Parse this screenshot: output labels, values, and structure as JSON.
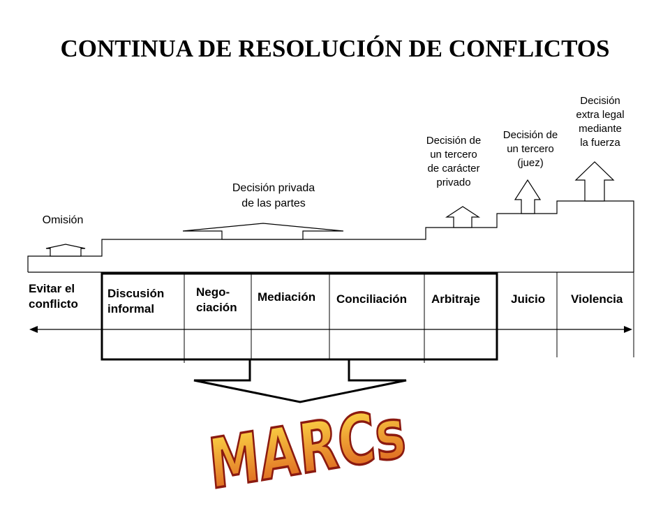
{
  "title": "CONTINUA DE RESOLUCIÓN DE CONFLICTOS",
  "top_labels": {
    "omission": "Omisión",
    "private_decision": "Decisión privada\nde las partes",
    "third_party_private": "Decisión de\nun tercero\nde carácter\nprivado",
    "third_party_judge": "Decisión de\nun tercero\n(juez)",
    "extra_legal": "Decisión\nextra legal\nmediante\nla fuerza"
  },
  "categories": {
    "avoid": "Evitar el\nconflicto",
    "informal": "Discusión\ninformal",
    "negotiation": "Nego-\nciación",
    "mediation": "Mediación",
    "conciliation": "Conciliación",
    "arbitration": "Arbitraje",
    "trial": "Juicio",
    "violence": "Violencia"
  },
  "logo_text": "MARCs",
  "colors": {
    "line": "#000000",
    "logo_fill_top": "#ffe24a",
    "logo_fill_bottom": "#d9541a",
    "logo_outline": "#8b1a10"
  }
}
